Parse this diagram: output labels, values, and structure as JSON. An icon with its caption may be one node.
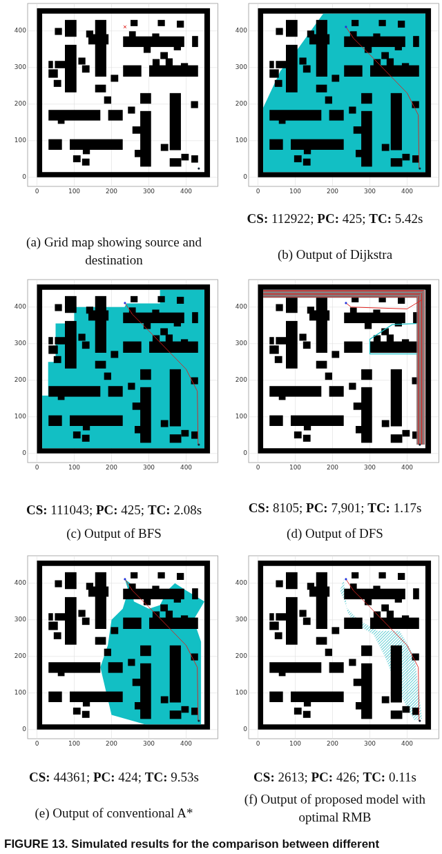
{
  "diagram": {
    "caption": "FIGURE 13. Simulated results for the comparison between different",
    "labels": [
      "400",
      "300",
      "200",
      "100",
      "0",
      "0",
      "100",
      "200",
      "300",
      "400",
      "(a) Grid map showing source and destination",
      "400",
      "300",
      "200",
      "100",
      "0",
      "0",
      "100",
      "200",
      "300",
      "400",
      "**CS:** 112922; **PC:** 425; **TC:** 5.42s",
      "(b) Output of Dijkstra",
      "400",
      "300",
      "200",
      "100",
      "0",
      "0",
      "100",
      "200",
      "300",
      "400",
      "**CS:** 111043; **PC:** 425; **TC:** 2.08s",
      "(c) Output of BFS",
      "400",
      "300",
      "200",
      "100",
      "0",
      "0",
      "100",
      "200",
      "300",
      "400",
      "**CS:** 8105; **PC:** 7,901; **TC:** 1.17s",
      "(d) Output of DFS",
      "400",
      "300",
      "200",
      "100",
      "0",
      "0",
      "100",
      "200",
      "300",
      "400",
      "**CS:** 44361; **PC:** 424; **TC:** 9.53s",
      "(e) Output of conventional A*",
      "400",
      "300",
      "200",
      "100",
      "0",
      "0",
      "100",
      "200",
      "300",
      "400",
      "**CS:** 2613; **PC:** 426; **TC:** 0.11s",
      "(f) Output of proposed model with optimal RMB"
    ]
  }
}
